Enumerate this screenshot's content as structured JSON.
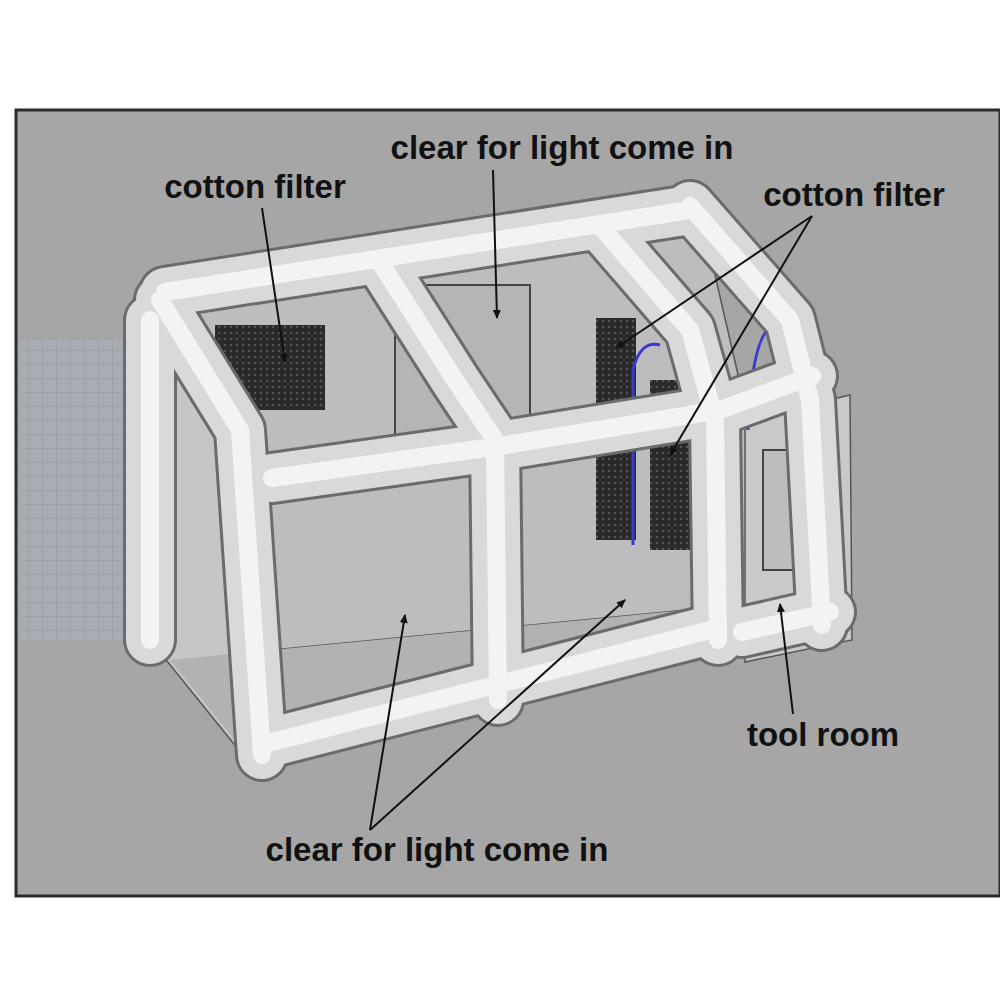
{
  "diagram": {
    "labels": [
      "clear for light come in",
      "cotton filter",
      "cotton filter",
      "tool room",
      "clear for light come in"
    ]
  }
}
